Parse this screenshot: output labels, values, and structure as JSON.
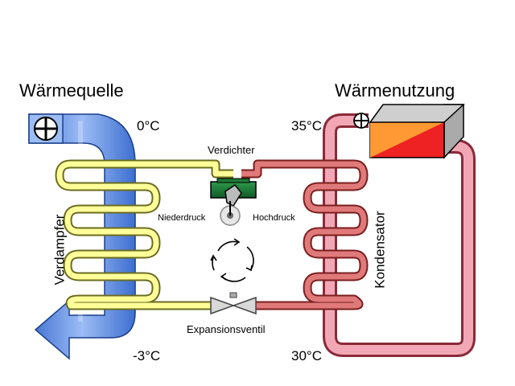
{
  "labels": {
    "heat_source": "Wärmequelle",
    "heat_use": "Wärmenutzung",
    "temp_evap_in": "0°C",
    "temp_evap_out": "-3°C",
    "temp_cond_in": "35°C",
    "temp_cond_out": "30°C",
    "compressor": "Verdichter",
    "low_pressure": "Niederdruck",
    "high_pressure": "Hochdruck",
    "expansion_valve": "Expansionsventil",
    "evaporator": "Verdampfer",
    "condenser": "Kondensator"
  },
  "colors": {
    "cold_side": "#ffff99",
    "hot_side": "#e07a7a",
    "heat_source_flow": "#6f9bea",
    "heat_use_flow": "#e88a9a",
    "heater_orange": "#ff9933",
    "heater_red": "#ee2222"
  },
  "icons": [
    "fan-icon",
    "pump-icon",
    "cycle-arrows-icon",
    "compressor-icon",
    "valve-icon"
  ]
}
